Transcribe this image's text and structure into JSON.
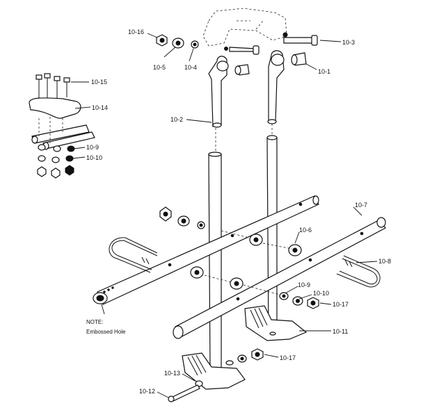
{
  "labels": {
    "l10_16": "10-16",
    "l10_5": "10-5",
    "l10_4": "10-4",
    "l10_3": "10-3",
    "l10_1": "10-1",
    "l10_15": "10-15",
    "l10_14": "10-14",
    "l10_9a": "10-9",
    "l10_10a": "10-10",
    "l10_2": "10-2",
    "l10_7": "10-7",
    "l10_6": "10-6",
    "l10_8": "10-8",
    "l10_9b": "10-9",
    "l10_10b": "10-10",
    "l10_17a": "10-17",
    "l10_11": "10-11",
    "l10_17b": "10-17",
    "l10_13": "10-13",
    "l10_12": "10-12"
  },
  "note": {
    "title": "NOTE:",
    "text": "Embossed Hole"
  }
}
